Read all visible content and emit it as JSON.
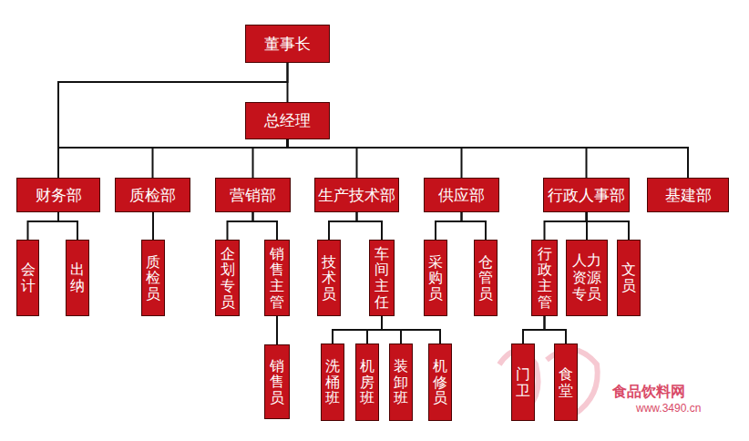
{
  "diagram": {
    "nodes": [
      {
        "text": [
          "董事长"
        ]
      },
      {
        "text": [
          "总经理"
        ]
      },
      {
        "text": [
          "财务部"
        ]
      },
      {
        "text": [
          "质检部"
        ]
      },
      {
        "text": [
          "营销部"
        ]
      },
      {
        "text": [
          "生产技术部"
        ]
      },
      {
        "text": [
          "供应部"
        ]
      },
      {
        "text": [
          "行政人事部"
        ]
      },
      {
        "text": [
          "基建部"
        ]
      },
      {
        "text": [
          "会计"
        ]
      },
      {
        "text": [
          "出纳"
        ]
      },
      {
        "text": [
          "质检员"
        ]
      },
      {
        "text": [
          "企划专员"
        ]
      },
      {
        "text": [
          "销售主管"
        ]
      },
      {
        "text": [
          "销售员"
        ]
      },
      {
        "text": [
          "技术员"
        ]
      },
      {
        "text": [
          "车间主任"
        ]
      },
      {
        "text": [
          "洗桶班"
        ]
      },
      {
        "text": [
          "机房班"
        ]
      },
      {
        "text": [
          "装卸班"
        ]
      },
      {
        "text": [
          "机修员"
        ]
      },
      {
        "text": [
          "采购员"
        ]
      },
      {
        "text": [
          "仓管员"
        ]
      },
      {
        "text": [
          "行政主管"
        ]
      },
      {
        "text": [
          "人力资源专员"
        ]
      },
      {
        "text": [
          "文员"
        ]
      },
      {
        "text": [
          "门卫"
        ]
      },
      {
        "text": [
          "食堂"
        ]
      }
    ],
    "edges": [
      {
        "from": 0,
        "to": 1,
        "arrow": "none"
      },
      {
        "from": 0,
        "to": 2,
        "arrow": "none"
      },
      {
        "from": 1,
        "to": 2,
        "arrow": "none"
      },
      {
        "from": 1,
        "to": 3,
        "arrow": "none"
      },
      {
        "from": 1,
        "to": 4,
        "arrow": "none"
      },
      {
        "from": 1,
        "to": 5,
        "arrow": "none"
      },
      {
        "from": 1,
        "to": 6,
        "arrow": "none"
      },
      {
        "from": 1,
        "to": 7,
        "arrow": "none"
      },
      {
        "from": 1,
        "to": 8,
        "arrow": "none"
      },
      {
        "from": 2,
        "to": 9,
        "arrow": "none"
      },
      {
        "from": 2,
        "to": 10,
        "arrow": "none"
      },
      {
        "from": 3,
        "to": 11,
        "arrow": "none"
      },
      {
        "from": 4,
        "to": 12,
        "arrow": "none"
      },
      {
        "from": 4,
        "to": 13,
        "arrow": "none"
      },
      {
        "from": 13,
        "to": 14,
        "arrow": "none"
      },
      {
        "from": 5,
        "to": 15,
        "arrow": "none"
      },
      {
        "from": 5,
        "to": 16,
        "arrow": "none"
      },
      {
        "from": 16,
        "to": 17,
        "arrow": "none"
      },
      {
        "from": 16,
        "to": 18,
        "arrow": "none"
      },
      {
        "from": 16,
        "to": 19,
        "arrow": "none"
      },
      {
        "from": 16,
        "to": 20,
        "arrow": "none"
      },
      {
        "from": 6,
        "to": 21,
        "arrow": "none"
      },
      {
        "from": 6,
        "to": 22,
        "arrow": "none"
      },
      {
        "from": 7,
        "to": 23,
        "arrow": "none"
      },
      {
        "from": 7,
        "to": 24,
        "arrow": "none"
      },
      {
        "from": 7,
        "to": 25,
        "arrow": "none"
      },
      {
        "from": 23,
        "to": 26,
        "arrow": "none"
      },
      {
        "from": 23,
        "to": 27,
        "arrow": "none"
      }
    ],
    "labels": [
      "食品饮料网",
      "www.3490.cn"
    ]
  }
}
